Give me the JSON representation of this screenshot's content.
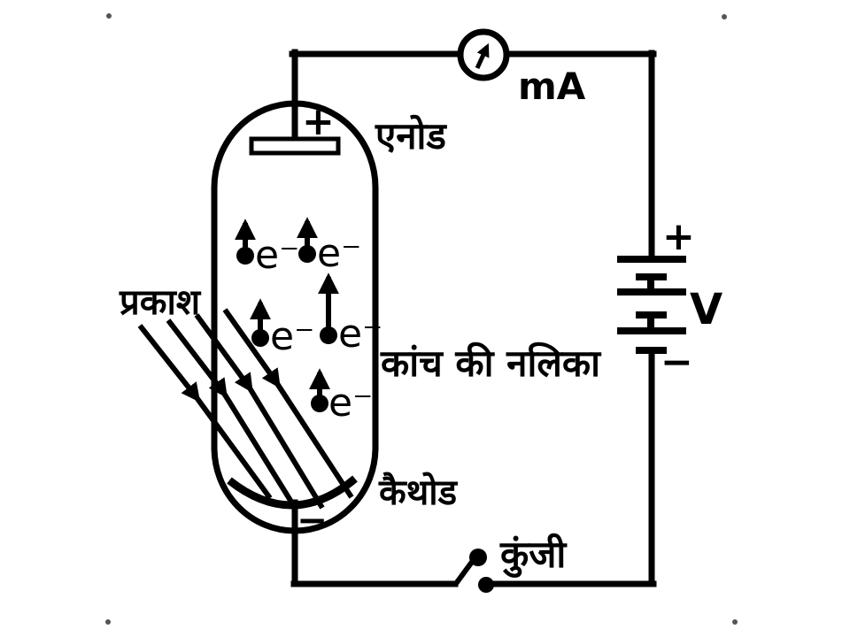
{
  "figure": {
    "background": "#ffffff",
    "ink": "#000000",
    "description_labels_language": "Hindi"
  },
  "labels": {
    "light": "प्रकाश",
    "anode": "एनोड",
    "glass_tube": "कांच की नलिका",
    "cathode": "कैथोड",
    "key": "कुंजी",
    "milliammeter": "mA",
    "battery_voltage": "V",
    "battery_plus": "+",
    "battery_minus": "−",
    "anode_plus": "+",
    "cathode_minus": "−",
    "electron": "e⁻"
  }
}
